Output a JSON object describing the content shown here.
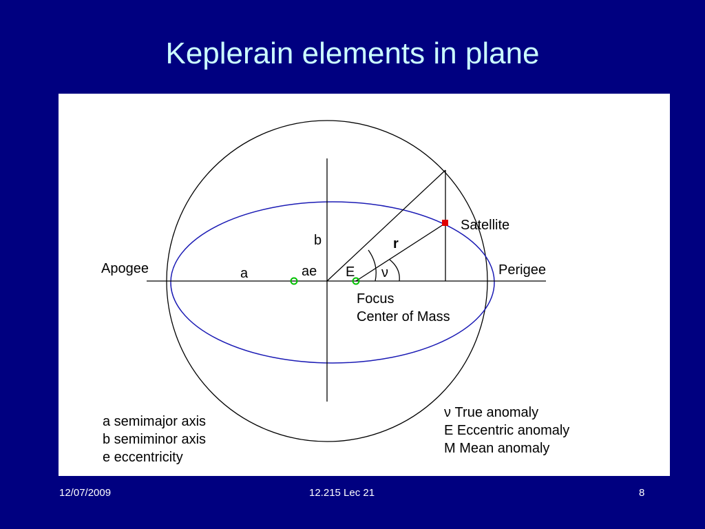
{
  "slide": {
    "title": "Keplerain elements in plane",
    "footer": {
      "date": "12/07/2009",
      "course": "12.215 Lec 21",
      "page": "8"
    }
  },
  "diagram": {
    "labels": {
      "apogee": "Apogee",
      "perigee": "Perigee",
      "satellite": "Satellite",
      "a": "a",
      "ae": "ae",
      "b": "b",
      "E": "E",
      "nu": "ν",
      "r": "r",
      "focus": "Focus",
      "center_of_mass": "Center of Mass"
    },
    "legend_left": [
      "a semimajor axis",
      "b semiminor axis",
      "e eccentricity"
    ],
    "legend_right": [
      "ν True anomaly",
      "E Eccentric anomaly",
      "M Mean anomaly"
    ],
    "colors": {
      "orbit": "#1a1ab4",
      "satellite": "#e00000",
      "focus_marker": "#00c000",
      "lines": "#000000"
    }
  }
}
